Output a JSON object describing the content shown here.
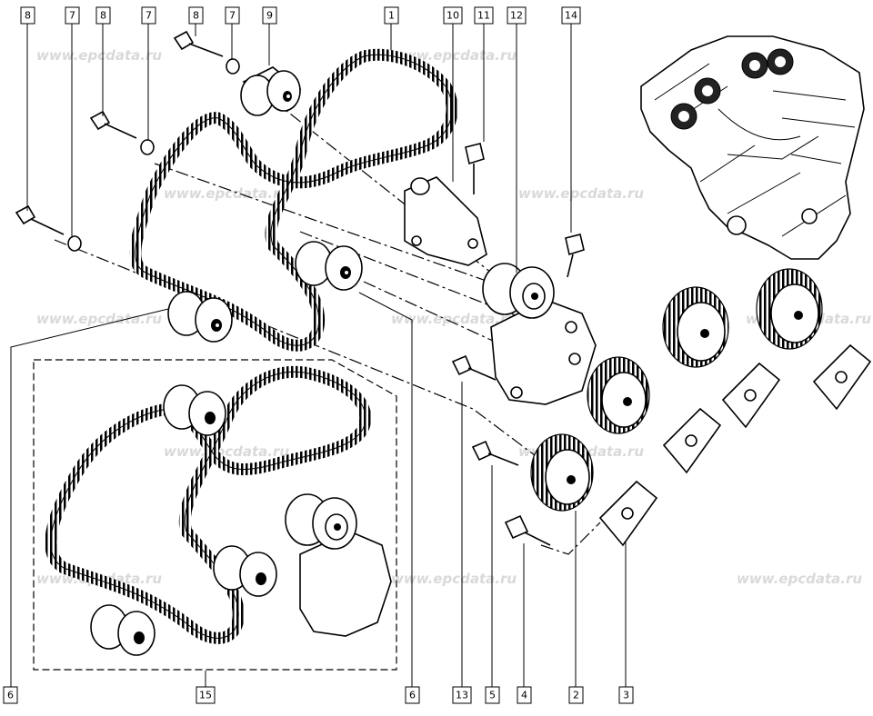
{
  "watermark": "www.epcdata.ru",
  "callouts_top": [
    "8",
    "7",
    "8",
    "7",
    "8",
    "7",
    "9",
    "1",
    "10",
    "11",
    "12",
    "14"
  ],
  "callouts_bottom": [
    "6",
    "15",
    "6",
    "13",
    "5",
    "4",
    "2",
    "3"
  ]
}
